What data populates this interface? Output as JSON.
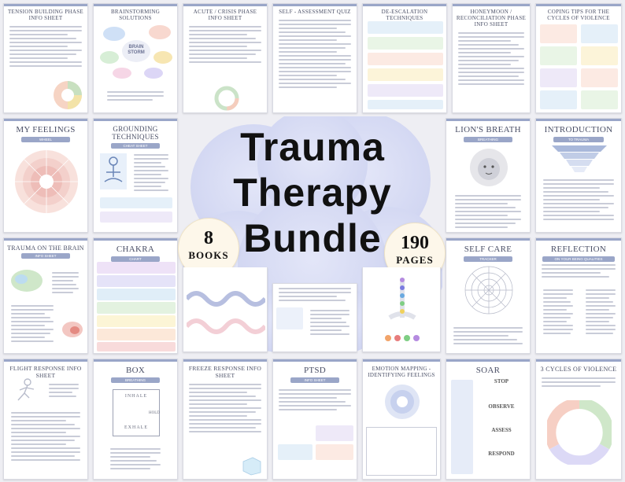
{
  "headline": {
    "line1": "Trauma",
    "line2": "Therapy",
    "line3": "Bundle"
  },
  "badges": {
    "books_number": "8",
    "books_label": "BOOKS",
    "pages_number": "190",
    "pages_label": "PAGES"
  },
  "tiles": {
    "tension": {
      "title": "TENSION BUILDING PHASE INFO SHEET"
    },
    "brainstorm": {
      "title": "BRAINSTORMING SOLUTIONS",
      "cloud_text": "BRAIN STORM"
    },
    "acute": {
      "title": "ACUTE / CRISIS PHASE INFO SHEET"
    },
    "quiz": {
      "title": "SELF - ASSESSMENT QUIZ"
    },
    "deescalation": {
      "title": "DE-ESCALATION TECHNIQUES"
    },
    "honeymoon": {
      "title": "HONEYMOON / RECONCILIATION PHASE INFO SHEET"
    },
    "coping": {
      "title": "COPING TIPS FOR THE CYCLES OF VIOLENCE"
    },
    "feelings": {
      "title": "MY FEELINGS",
      "subtitle": "WHEEL"
    },
    "grounding": {
      "title": "GROUNDING TECHNIQUES",
      "subtitle": "CHEAT SHEET"
    },
    "lion": {
      "title": "LION'S BREATH",
      "subtitle": "BREATHING"
    },
    "intro": {
      "title": "INTRODUCTION",
      "subtitle": "TO TRAUMA"
    },
    "brain": {
      "title": "TRAUMA ON THE BRAIN",
      "subtitle": "INFO SHEET"
    },
    "chakra": {
      "title": "CHAKRA",
      "subtitle": "CHART"
    },
    "selfcare": {
      "title": "SELF CARE",
      "subtitle": "TRACKER"
    },
    "reflection": {
      "title": "REFLECTION",
      "subtitle": "ON YOUR BEING QUALITIES"
    },
    "flight": {
      "title": "FLIGHT RESPONSE INFO SHEET"
    },
    "box": {
      "title": "BOX",
      "subtitle": "BREATHING",
      "inhale": "INHALE",
      "exhale": "EXHALE",
      "hold": "HOLD"
    },
    "freeze": {
      "title": "FREEZE RESPONSE INFO SHEET"
    },
    "ptsd": {
      "title": "PTSD",
      "subtitle": "INFO SHEET"
    },
    "emotion": {
      "title": "EMOTION MAPPING - IDENTIFYING FEELINGS"
    },
    "soar": {
      "title": "SOAR",
      "steps": [
        "STOP",
        "OBSERVE",
        "ASSESS",
        "RESPOND"
      ]
    },
    "cycles": {
      "title": "3 CYCLES OF VIOLENCE"
    }
  },
  "colors": {
    "accent": "#9aa6c8",
    "background": "#eeeef3",
    "cloud": "#d4d9f3"
  }
}
